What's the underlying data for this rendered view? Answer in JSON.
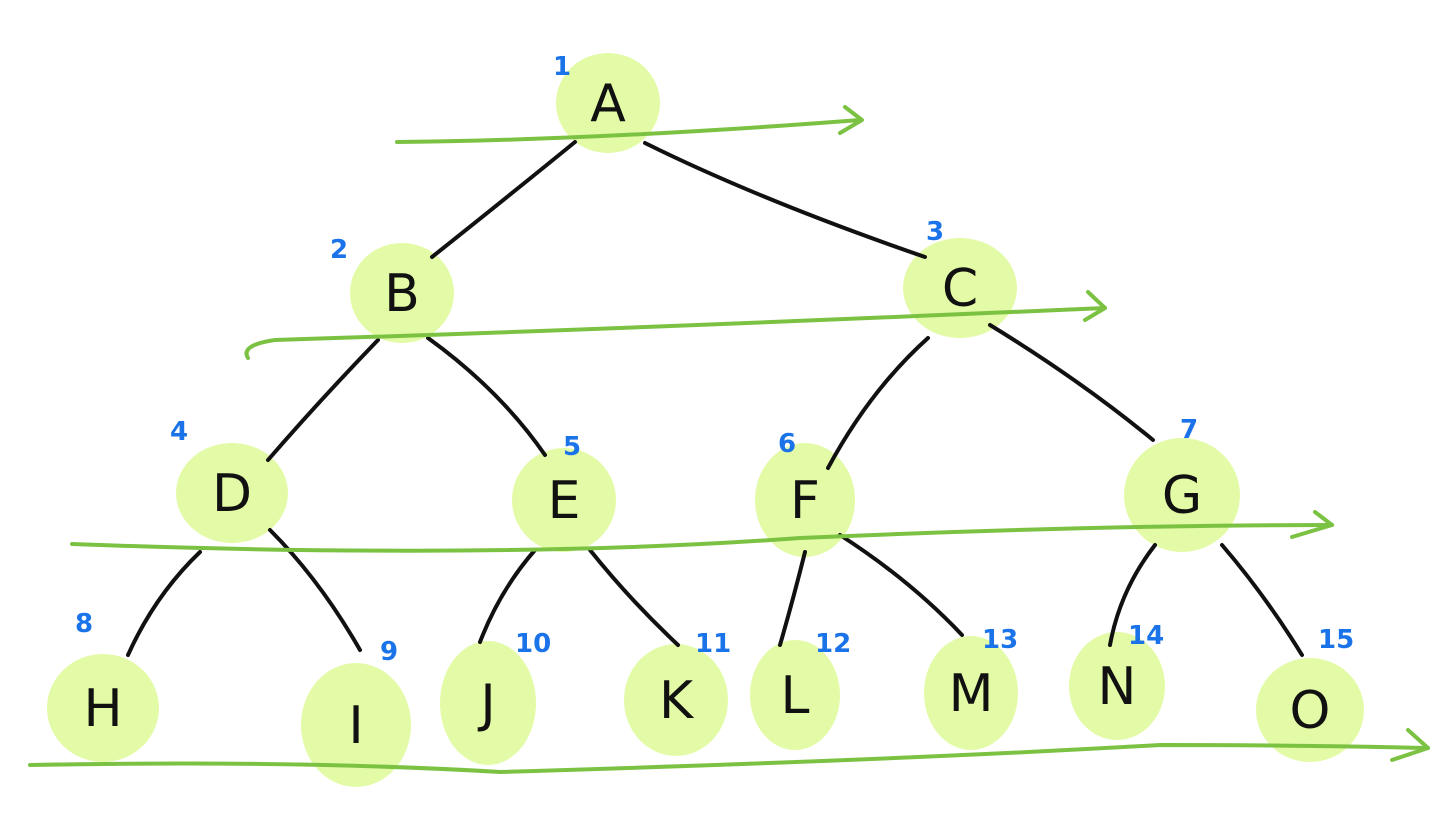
{
  "colors": {
    "node_fill": "#e3fba6",
    "edge": "#111111",
    "arrow": "#7cc242",
    "index_text": "#1a73e8"
  },
  "nodes": [
    {
      "id": "A",
      "label": "A",
      "index": "1"
    },
    {
      "id": "B",
      "label": "B",
      "index": "2"
    },
    {
      "id": "C",
      "label": "C",
      "index": "3"
    },
    {
      "id": "D",
      "label": "D",
      "index": "4"
    },
    {
      "id": "E",
      "label": "E",
      "index": "5"
    },
    {
      "id": "F",
      "label": "F",
      "index": "6"
    },
    {
      "id": "G",
      "label": "G",
      "index": "7"
    },
    {
      "id": "H",
      "label": "H",
      "index": "8"
    },
    {
      "id": "I",
      "label": "I",
      "index": "9"
    },
    {
      "id": "J",
      "label": "J",
      "index": "10"
    },
    {
      "id": "K",
      "label": "K",
      "index": "11"
    },
    {
      "id": "L",
      "label": "L",
      "index": "12"
    },
    {
      "id": "M",
      "label": "M",
      "index": "13"
    },
    {
      "id": "N",
      "label": "N",
      "index": "14"
    },
    {
      "id": "O",
      "label": "O",
      "index": "15"
    }
  ],
  "edges": [
    [
      "A",
      "B"
    ],
    [
      "A",
      "C"
    ],
    [
      "B",
      "D"
    ],
    [
      "B",
      "E"
    ],
    [
      "C",
      "F"
    ],
    [
      "C",
      "G"
    ],
    [
      "D",
      "H"
    ],
    [
      "D",
      "I"
    ],
    [
      "E",
      "J"
    ],
    [
      "E",
      "K"
    ],
    [
      "F",
      "L"
    ],
    [
      "F",
      "M"
    ],
    [
      "G",
      "N"
    ],
    [
      "G",
      "O"
    ]
  ],
  "level_arrows": [
    {
      "level": 1
    },
    {
      "level": 2
    },
    {
      "level": 3
    },
    {
      "level": 4
    }
  ]
}
